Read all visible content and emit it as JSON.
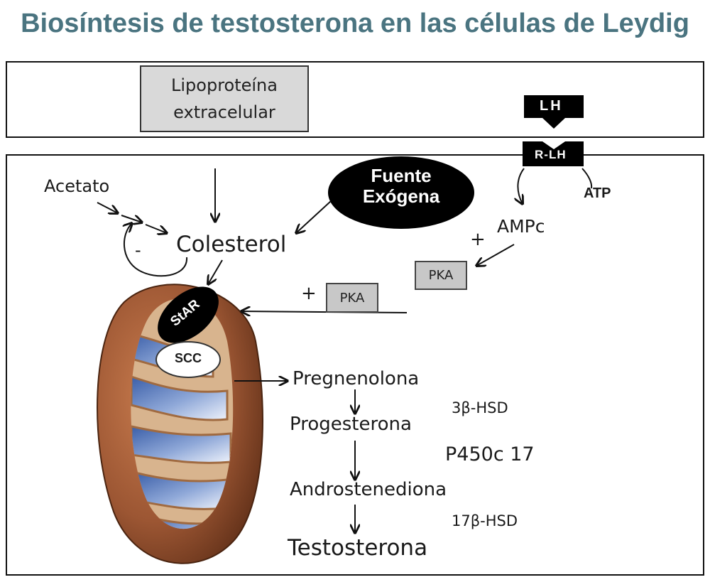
{
  "title": "Biosíntesis de testosterona en las células de Leydig",
  "lipoprotein": {
    "line1": "Lipoproteína",
    "line2": "extracelular"
  },
  "lh": {
    "hormone": "LH",
    "receptor": "R-LH",
    "atp": "ATP"
  },
  "exogenous": {
    "line1": "Fuente",
    "line2": "Exógena"
  },
  "acetate": "Acetato",
  "minus": "-",
  "cholesterol": "Colesterol",
  "ampc": "AMPc",
  "pka_label": "PKA",
  "plus": "+",
  "mito": {
    "star": "StAR",
    "scc": "SCC"
  },
  "pathway": {
    "pregnenolone": "Pregnenolona",
    "progesterone": "Progesterona",
    "androstenedione": "Androstenediona",
    "testosterone": "Testosterona"
  },
  "enzymes": {
    "e1": "3β-HSD",
    "e2": "P450c 17",
    "e3": "17β-HSD"
  }
}
